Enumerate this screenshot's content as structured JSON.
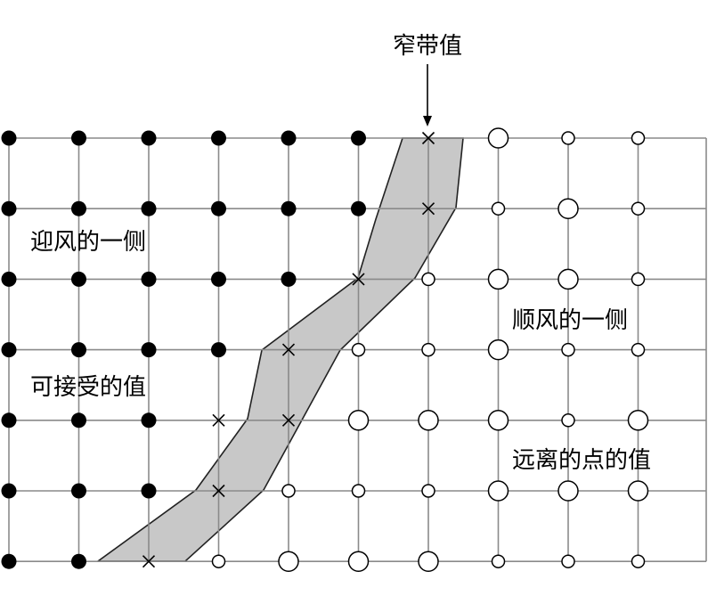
{
  "labels": {
    "narrow_band_value": "窄带值",
    "upwind_side": "迎风的一侧",
    "acceptable_value": "可接受的值",
    "downwind_side": "顺风的一侧",
    "far_point_value": "远离的点的值"
  },
  "grid": {
    "columns": 10,
    "rows": 7
  },
  "points": [
    "FFFFFFXOoo",
    "FFFFFFXoOo",
    "FFFFFXoOOo",
    "FFFFXooOoo",
    "FFFXXOOOoO",
    "FFFXoooOOO",
    "FFXoOOOooo"
  ],
  "point_legend": {
    "F": "filled",
    "X": "cross",
    "O": "open-large",
    "o": "open-small"
  }
}
